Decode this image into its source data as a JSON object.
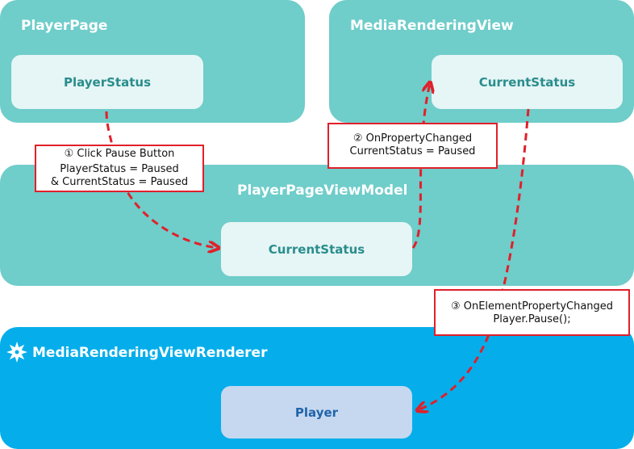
{
  "panels": {
    "player_page": {
      "title": "PlayerPage",
      "box": "PlayerStatus"
    },
    "media_rendering_view": {
      "title": "MediaRenderingView",
      "box": "CurrentStatus"
    },
    "view_model": {
      "title": "PlayerPageViewModel",
      "box": "CurrentStatus"
    },
    "renderer": {
      "title": "MediaRenderingViewRenderer",
      "box": "Player",
      "icon": "xamarin-logo-icon"
    }
  },
  "notes": {
    "step1": {
      "line1": "① Click Pause Button",
      "line2": "PlayerStatus = Paused",
      "line3": "& CurrentStatus = Paused"
    },
    "step2": {
      "line1": "② OnPropertyChanged",
      "line2": "CurrentStatus = Paused"
    },
    "step3": {
      "line1": "③ OnElementPropertyChanged",
      "line2": "Player.Pause();"
    }
  },
  "colors": {
    "teal": "#6fcdca",
    "blue": "#05aeea",
    "arrow": "#e0202a",
    "note_border": "#e0202a"
  }
}
